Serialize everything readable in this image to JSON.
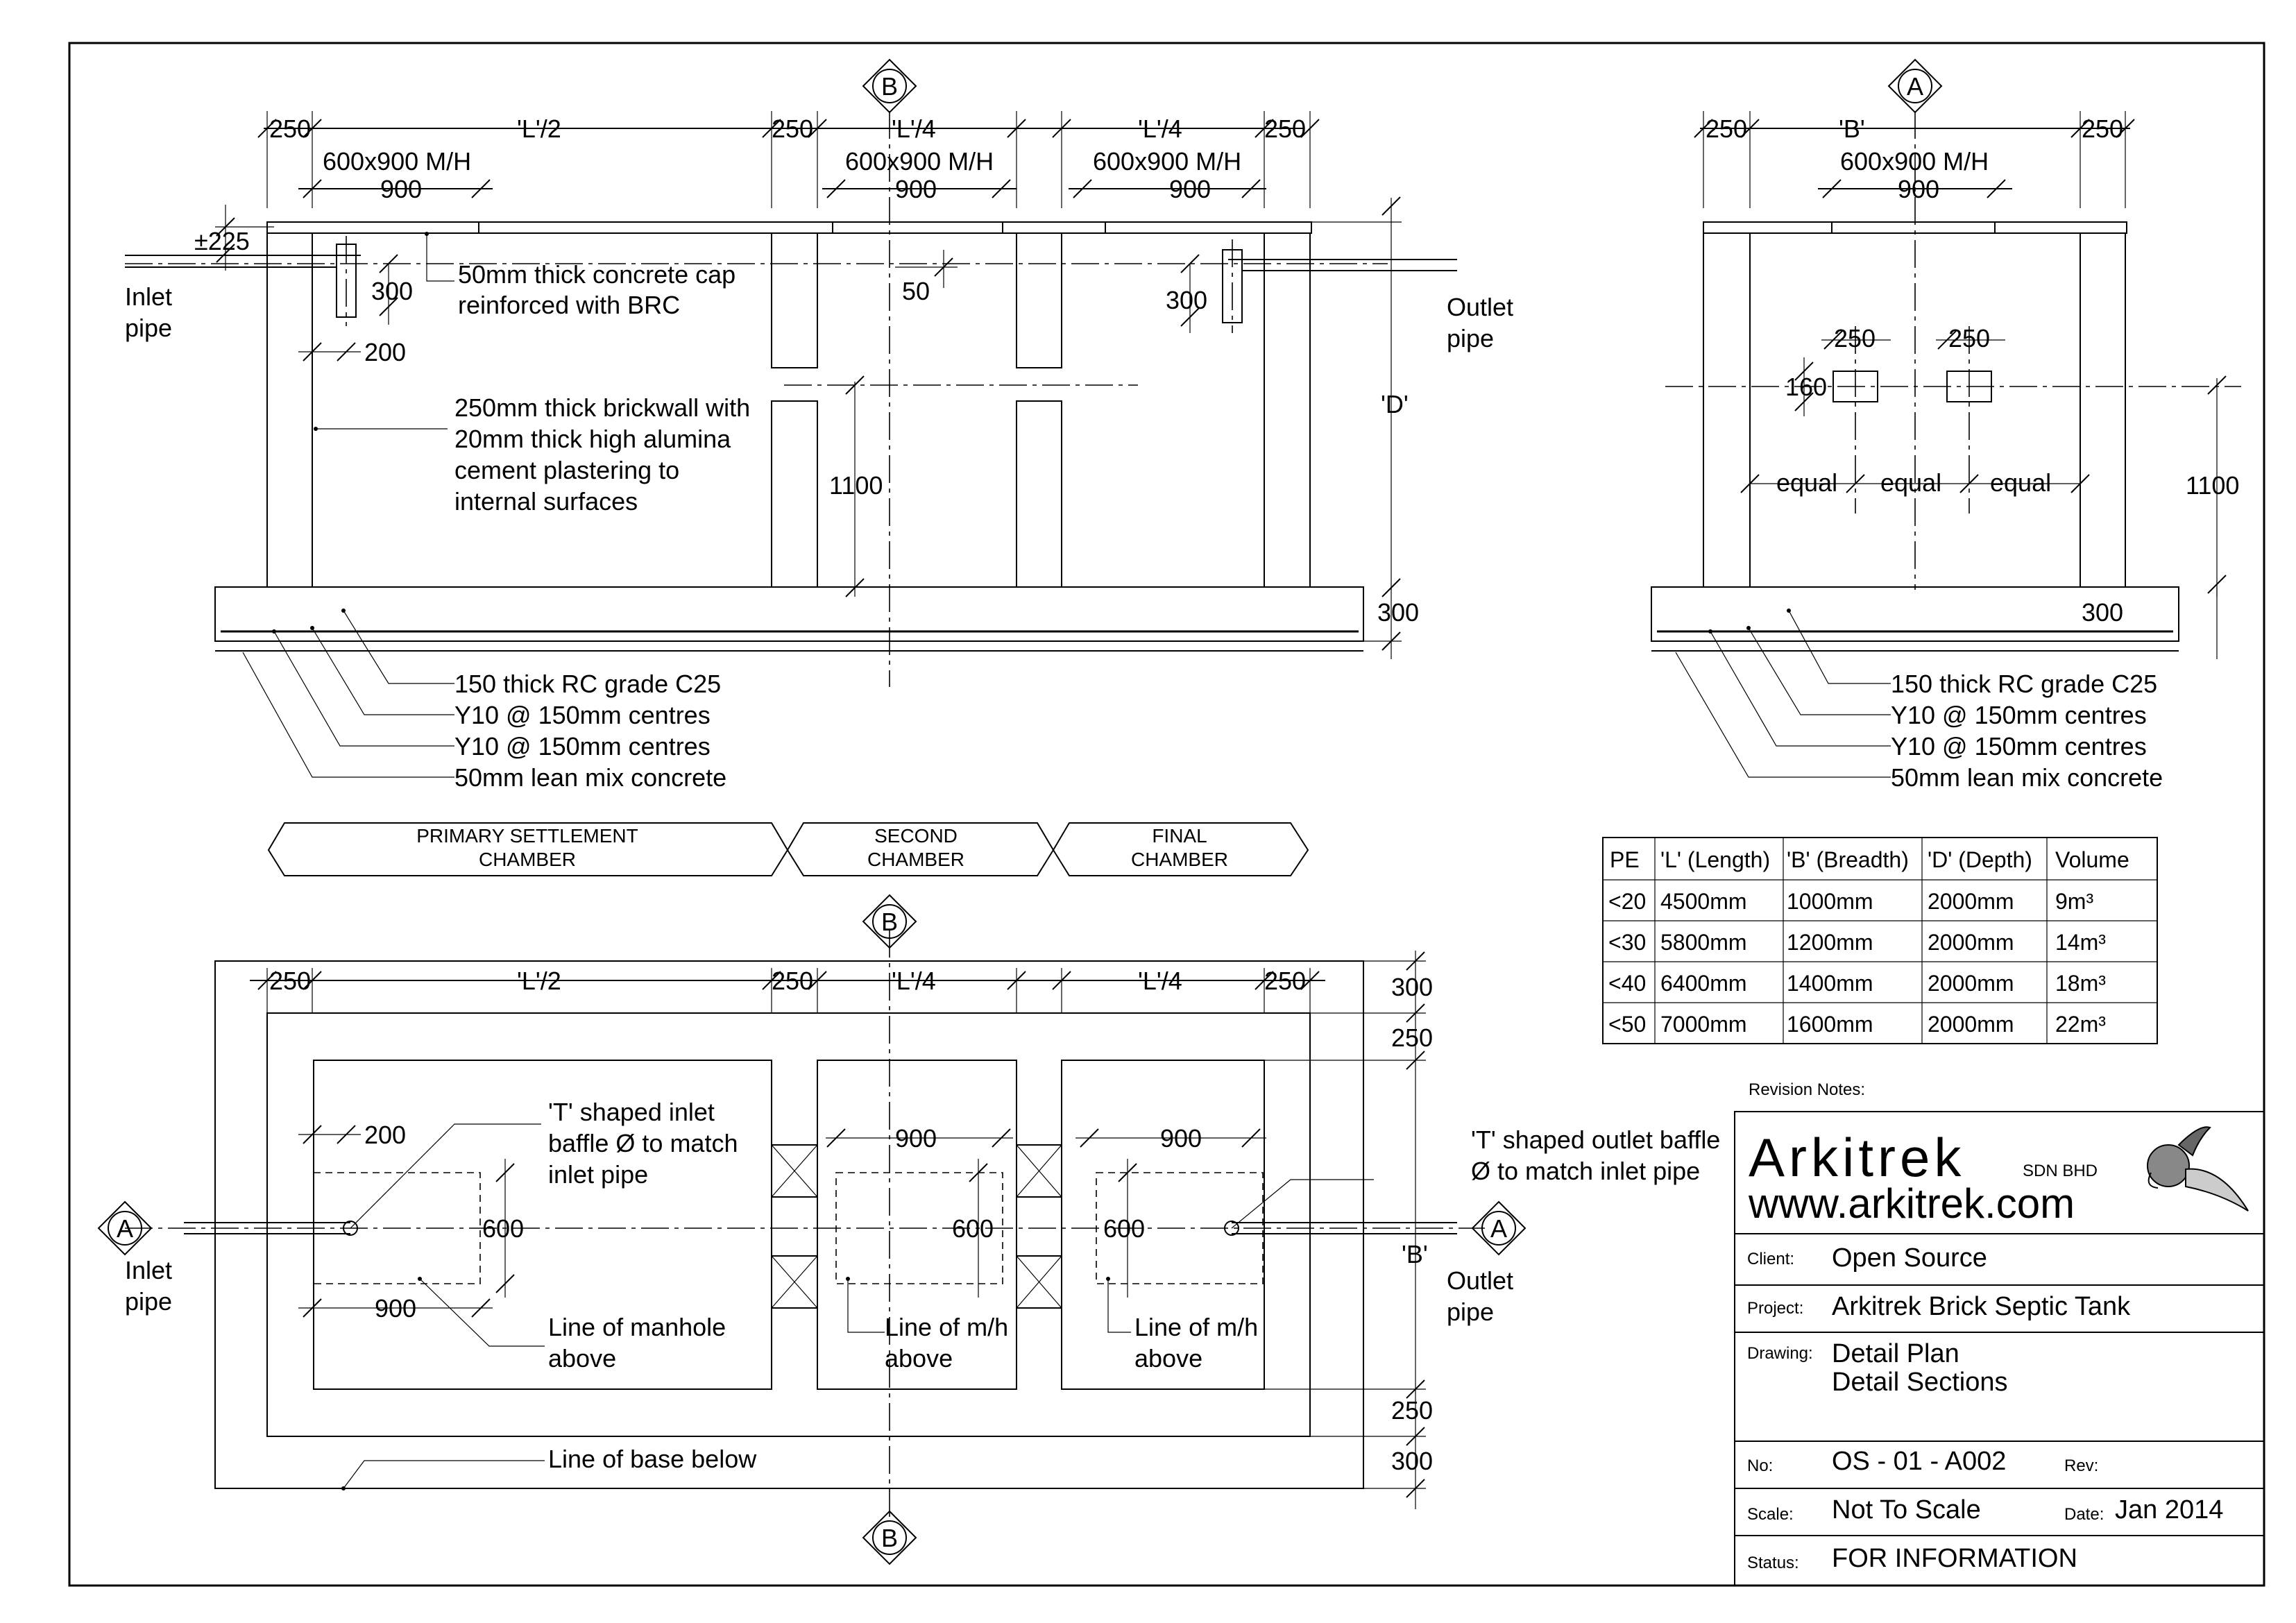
{
  "section_b": {
    "dims_top": [
      "250",
      "'L'/2",
      "250",
      "'L'/4",
      "'L'/4",
      "250"
    ],
    "mh": [
      "600x900 M/H",
      "900",
      "600x900 M/H",
      "900",
      "600x900 M/H",
      "900"
    ],
    "dim_225": "±225",
    "dim_300a": "300",
    "dim_200": "200",
    "dim_50": "50",
    "dim_300b": "300",
    "dim_1100": "1100",
    "dim_D": "'D'",
    "dim_300c": "300",
    "inlet": [
      "Inlet",
      "pipe"
    ],
    "outlet": [
      "Outlet",
      "pipe"
    ],
    "cap_note": [
      "50mm thick concrete cap",
      "reinforced with BRC"
    ],
    "wall_note": [
      "250mm thick brickwall with",
      "20mm thick high alumina",
      "cement plastering to",
      "internal surfaces"
    ],
    "base_notes": [
      "150 thick RC grade C25",
      "Y10 @ 150mm centres",
      "Y10 @ 150mm centres",
      "50mm lean mix concrete"
    ]
  },
  "section_a": {
    "dims_top": [
      "250",
      "'B'",
      "250"
    ],
    "mh": [
      "600x900 M/H",
      "900"
    ],
    "dim_250a": "250",
    "dim_250b": "250",
    "dim_160": "160",
    "equal": [
      "equal",
      "equal",
      "equal"
    ],
    "dim_1100": "1100",
    "dim_300": "300",
    "base_notes": [
      "150 thick RC grade C25",
      "Y10 @ 150mm centres",
      "Y10 @ 150mm centres",
      "50mm lean mix concrete"
    ]
  },
  "markers": {
    "b": "B",
    "a": "A"
  },
  "chambers": [
    [
      "PRIMARY SETTLEMENT",
      "CHAMBER"
    ],
    [
      "SECOND",
      "CHAMBER"
    ],
    [
      "FINAL",
      "CHAMBER"
    ]
  ],
  "table": {
    "headers": [
      "PE",
      "'L' (Length)",
      "'B' (Breadth)",
      "'D' (Depth)",
      "Volume"
    ],
    "rows": [
      [
        "<20",
        "4500mm",
        "1000mm",
        "2000mm",
        "9m³"
      ],
      [
        "<30",
        "5800mm",
        "1200mm",
        "2000mm",
        "14m³"
      ],
      [
        "<40",
        "6400mm",
        "1400mm",
        "2000mm",
        "18m³"
      ],
      [
        "<50",
        "7000mm",
        "1600mm",
        "2000mm",
        "22m³"
      ]
    ]
  },
  "plan": {
    "dims_top": [
      "250",
      "'L'/2",
      "250",
      "'L'/4",
      "'L'/4",
      "250"
    ],
    "right_dims": [
      "300",
      "250",
      "'B'",
      "250",
      "300"
    ],
    "dim_200": "200",
    "dim_900a": "900",
    "dim_900b": "900",
    "dim_900c": "900",
    "dim_600a": "600",
    "dim_600b": "600",
    "dim_600c": "600",
    "inlet_note": [
      "'T' shaped inlet",
      "baffle Ø to match",
      "inlet pipe"
    ],
    "outlet_note": [
      "'T' shaped outlet baffle",
      "Ø to match inlet pipe"
    ],
    "manhole_note": [
      "Line of manhole",
      "above"
    ],
    "mh_note_2": [
      "Line of m/h",
      "above"
    ],
    "mh_note_3": [
      "Line of m/h",
      "above"
    ],
    "base_note": "Line of base below",
    "inlet": [
      "Inlet",
      "pipe"
    ],
    "outlet": [
      "Outlet",
      "pipe"
    ]
  },
  "title_block": {
    "revision_label": "Revision Notes:",
    "company": "Arkitrek",
    "company_suffix": "SDN  BHD",
    "website": "www.arkitrek.com",
    "client_label": "Client:",
    "client": "Open Source",
    "project_label": "Project:",
    "project": "Arkitrek Brick Septic Tank",
    "drawing_label": "Drawing:",
    "drawing": [
      "Detail Plan",
      "Detail Sections"
    ],
    "no_label": "No:",
    "no": "OS - 01 - A002",
    "rev_label": "Rev:",
    "scale_label": "Scale:",
    "scale": "Not To Scale",
    "date_label": "Date:",
    "date": "Jan 2014",
    "status_label": "Status:",
    "status": "FOR INFORMATION"
  }
}
